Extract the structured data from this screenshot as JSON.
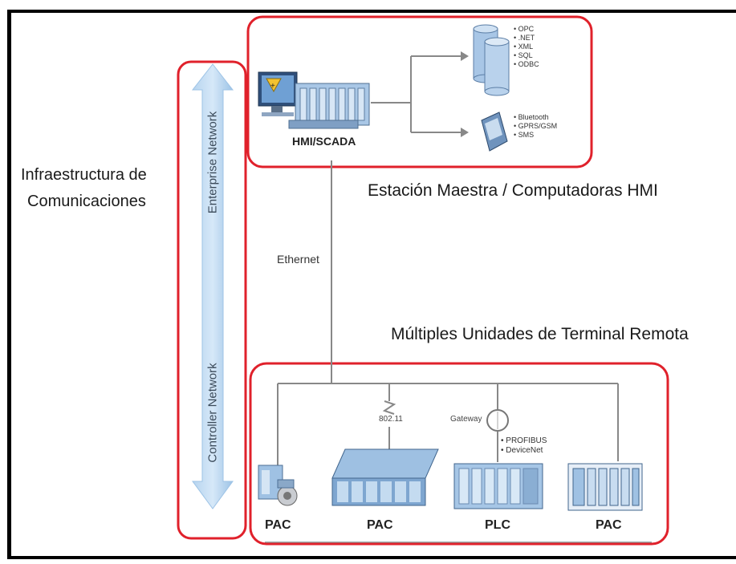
{
  "colors": {
    "frame": "#000000",
    "highlight_box": "#e0212b",
    "arrow": "#9dc3e6",
    "line": "#777777",
    "device_blue": "#8fb6d9",
    "device_dark": "#35506e"
  },
  "side": {
    "title_line1": "Infraestructura de",
    "title_line2": "Comunicaciones",
    "enterprise_label": "Enterprise Network",
    "controller_label": "Controller Network"
  },
  "master": {
    "hmi_label": "HMI/SCADA",
    "db_protocols": [
      "OPC",
      ".NET",
      "XML",
      "SQL",
      "ODBC"
    ],
    "wireless_protocols": [
      "Bluetooth",
      "GPRS/GSM",
      "SMS"
    ],
    "caption": "Estación Maestra / Computadoras HMI"
  },
  "network": {
    "ethernet_label": "Ethernet",
    "rtu_caption": "Múltiples Unidades de Terminal Remota",
    "wifi_label": "802.11",
    "gateway_label": "Gateway",
    "fieldbus_protocols": [
      "PROFIBUS",
      "DeviceNet"
    ]
  },
  "devices": [
    {
      "label": "PAC"
    },
    {
      "label": "PAC"
    },
    {
      "label": "PLC"
    },
    {
      "label": "PAC"
    }
  ],
  "icons": [
    "computer-icon",
    "database-icon",
    "pda-icon",
    "controller-icon",
    "gateway-icon"
  ]
}
